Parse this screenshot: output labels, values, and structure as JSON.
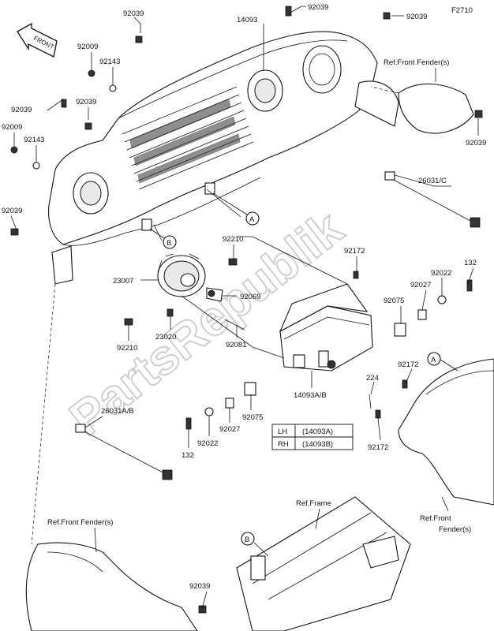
{
  "figure_code": "F2710",
  "front_arrow_label": "FRONT",
  "watermark": "PartsRepublik",
  "part_numbers": {
    "p92039_top_center": "92039",
    "p92039_top_right": "92039",
    "p92039_top_left": "92039",
    "p14093": "14093",
    "p92009_top": "92009",
    "p92143_top": "92143",
    "p92039_mid_left": "92039",
    "p92039_left": "92039",
    "p92009_left": "92009",
    "p92143_left": "92143",
    "p92039_lower_left": "92039",
    "p92039_right": "92039",
    "p26031c": "26031/C",
    "p92210_upper": "92210",
    "p23007": "23007",
    "p92069": "92069",
    "p92172_upper": "92172",
    "p132_upper": "132",
    "p92022_upper": "92022",
    "p92027_upper": "92027",
    "p92075_upper": "92075",
    "p92210_lower": "92210",
    "p23020": "23020",
    "p92081": "92081",
    "p92172_mid": "92172",
    "p224": "224",
    "p14093ab": "14093A/B",
    "p92075_lower": "92075",
    "p92027_lower": "92027",
    "p92022_lower": "92022",
    "p132_lower": "132",
    "p92172_lower": "92172",
    "p26031ab": "26031A/B",
    "p92039_bottom": "92039"
  },
  "references": {
    "front_fender_top": "Ref.Front Fender(s)",
    "front_fender_right": "Ref.Front\nFender(s)",
    "front_fender_right_line1": "Ref.Front",
    "front_fender_right_line2": "Fender(s)",
    "front_fender_left": "Ref.Front Fender(s)",
    "frame": "Ref.Frame"
  },
  "callouts": {
    "a": "A",
    "b": "B"
  },
  "variant_table": {
    "rows": [
      {
        "side": "LH",
        "part": "(14093A)"
      },
      {
        "side": "RH",
        "part": "(14093B)"
      }
    ]
  }
}
